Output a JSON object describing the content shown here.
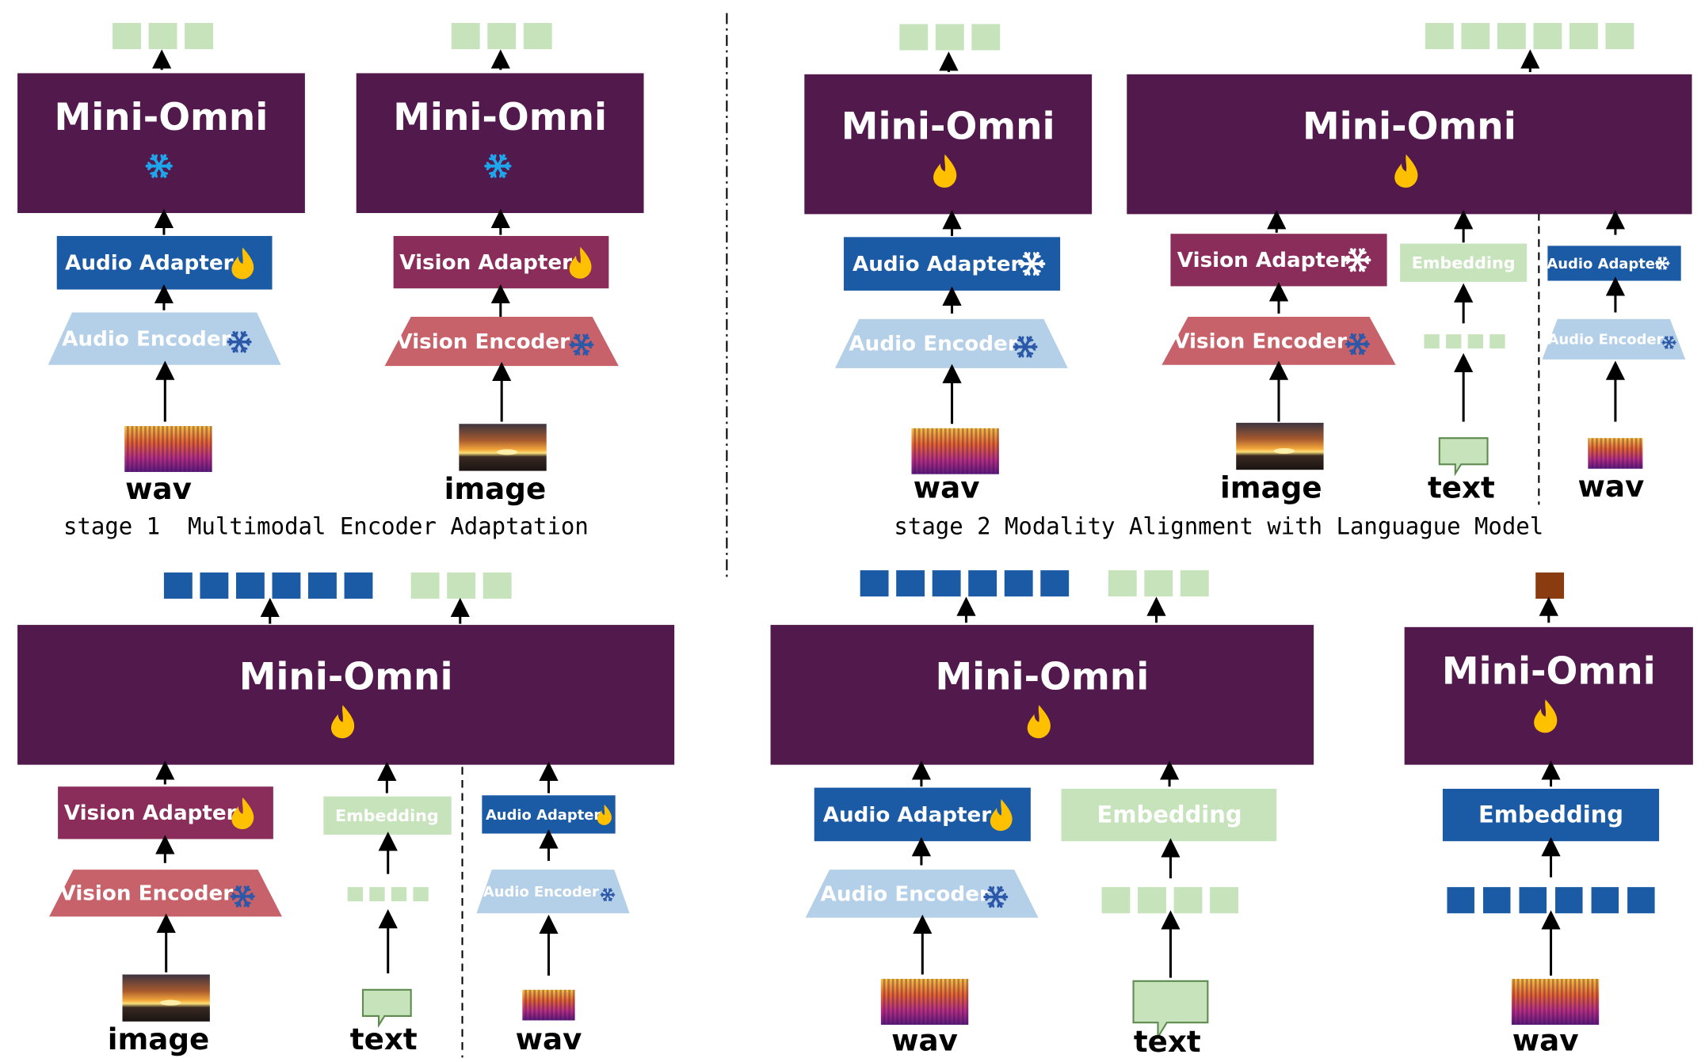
{
  "colors": {
    "model": "#52194d",
    "audio_adapter": "#1b5aa4",
    "vision_adapter": "#8a2d5a",
    "audio_encoder": "#b4cfe8",
    "vision_encoder": "#c7626a",
    "embedding_light": "#c7e3bc",
    "embedding_dark": "#1b5aa4",
    "token_green": "#c7e3bc",
    "token_blue": "#1b5aa4",
    "token_brown": "#8a3c10",
    "fire": "#ffc000",
    "snow_model": "#1ea6ec",
    "snow_adapter": "#ffffff",
    "snow_encoder": "#2b58a8"
  },
  "labels": {
    "model": "Mini-Omni",
    "audio_adapter": "Audio Adapter",
    "vision_adapter": "Vision Adapter",
    "vision_adapter_spaced": "Vision  Adapter",
    "audio_encoder": "Audio Encoder",
    "vision_encoder": "Vision Encoder",
    "embedding": "Embedding",
    "wav": "wav",
    "image": "image",
    "text": "text"
  },
  "captions": {
    "stage1": "stage 1  Multimodal Encoder Adaptation",
    "stage2": "stage 2 Modality Alignment with Languague Model"
  }
}
